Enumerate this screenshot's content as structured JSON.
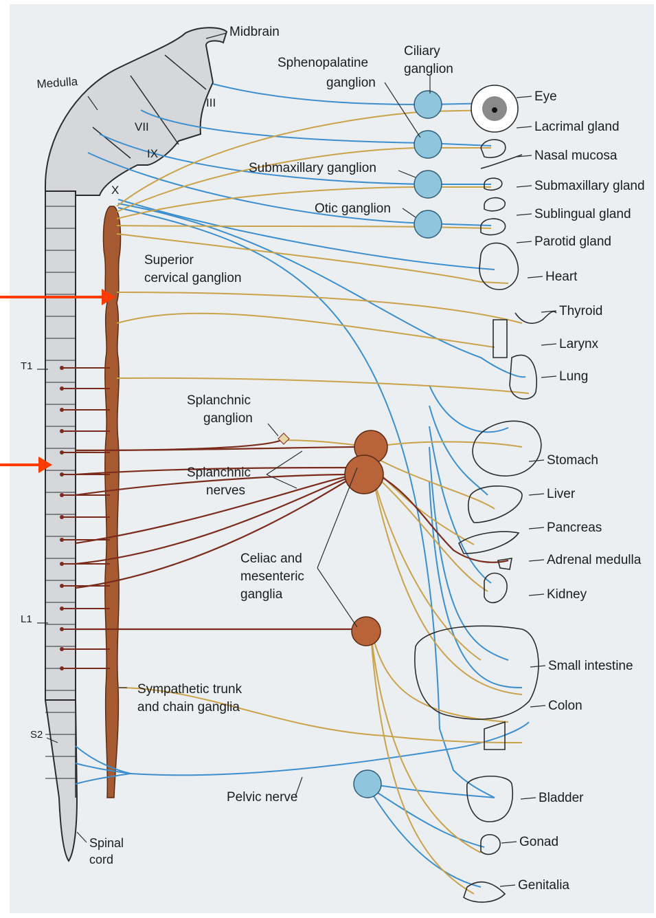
{
  "colors": {
    "paper": "#eceff1",
    "brainFill": "#d5d7da",
    "outline": "#2b2b2b",
    "parasympathetic": "#3b8fd0",
    "sympathetic": "#c9a24a",
    "postganglionic": "#7a2b1c",
    "trunk": "#a65a32",
    "ganglionBlue": "#8fc6de",
    "ganglionBrown": "#b8633a",
    "arrow": "#ff3b00",
    "text": "#1c1c1c"
  },
  "labels": {
    "midbrain": "Midbrain",
    "medulla": "Medulla",
    "sphenopalatine": [
      "Sphenopalatine",
      "ganglion"
    ],
    "ciliary": [
      "Ciliary",
      "ganglion"
    ],
    "iii": "III",
    "vii": "VII",
    "ix": "IX",
    "x": "X",
    "submaxillaryGanglion": "Submaxillary ganglion",
    "oticGanglion": "Otic ganglion",
    "superiorCervical": [
      "Superior",
      "cervical ganglion"
    ],
    "splanchnicGanglion": [
      "Splanchnic",
      "ganglion"
    ],
    "splanchnicNerves": [
      "Splanchnic",
      "nerves"
    ],
    "celiac": [
      "Celiac and",
      "mesenteric",
      "ganglia"
    ],
    "sympatheticTrunk": [
      "Sympathetic trunk",
      "and chain ganglia"
    ],
    "pelvicNerve": "Pelvic nerve",
    "spinalCord": [
      "Spinal",
      "cord"
    ],
    "t1": "T1",
    "l1": "L1",
    "s2": "S2"
  },
  "organs": [
    "Eye",
    "Lacrimal gland",
    "Nasal mucosa",
    "Submaxillary gland",
    "Sublingual gland",
    "Parotid gland",
    "Heart",
    "Thyroid",
    "Larynx",
    "Lung",
    "Stomach",
    "Liver",
    "Pancreas",
    "Adrenal medulla",
    "Kidney",
    "Small intestine",
    "Colon",
    "Bladder",
    "Gonad",
    "Genitalia"
  ]
}
